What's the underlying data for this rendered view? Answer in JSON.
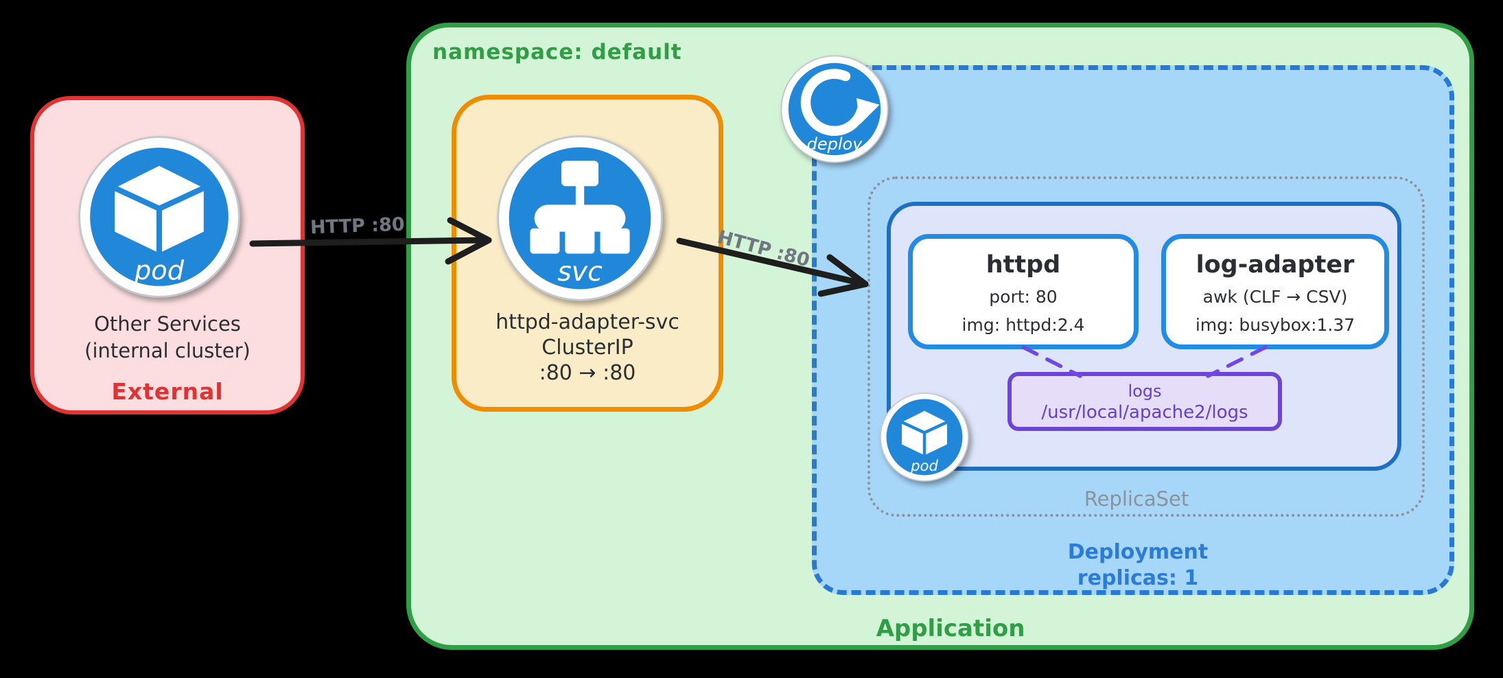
{
  "diagram": {
    "external": {
      "icon": "pod",
      "line1": "Other Services",
      "line2": "(internal cluster)",
      "label": "External"
    },
    "namespace": {
      "label": "namespace: default",
      "footer": "Application"
    },
    "service": {
      "icon": "svc",
      "name": "httpd-adapter-svc",
      "type": "ClusterIP",
      "ports": ":80 → :80"
    },
    "deployment": {
      "icon": "deploy",
      "label": "Deployment",
      "replicas": "replicas: 1"
    },
    "replicaset": {
      "label": "ReplicaSet"
    },
    "pod_badge": {
      "icon": "pod"
    },
    "containers": [
      {
        "name": "httpd",
        "detail1": "port: 80",
        "detail2": "img: httpd:2.4"
      },
      {
        "name": "log-adapter",
        "detail1": "awk (CLF → CSV)",
        "detail2": "img: busybox:1.37"
      }
    ],
    "logs": {
      "title": "logs",
      "path": "/usr/local/apache2/logs"
    },
    "arrows": {
      "pod_to_svc": "HTTP :80",
      "svc_to_deploy": "HTTP :80"
    }
  },
  "colors": {
    "background": "#000000",
    "external_border": "#e23232",
    "external_fill": "#fcdee0",
    "namespace_border": "#2f9e44",
    "namespace_fill": "#d4f4d8",
    "service_border": "#f08c00",
    "service_fill": "#fbecc8",
    "deployment_border": "#2779d8",
    "deployment_fill": "#a6d6f8",
    "replicaset_border": "#8d9299",
    "pod_box_border": "#1d6fc4",
    "pod_box_fill": "#dee4fa",
    "container_border": "#228be6",
    "logs_border": "#6c45d8",
    "logs_fill": "#e6ddf8",
    "logs_text": "#643fd1",
    "icon_blue": "#2187d8",
    "arrow": "#1e1e1e",
    "arrow_label": "#6f7880",
    "text_dark": "#2b2f33"
  }
}
